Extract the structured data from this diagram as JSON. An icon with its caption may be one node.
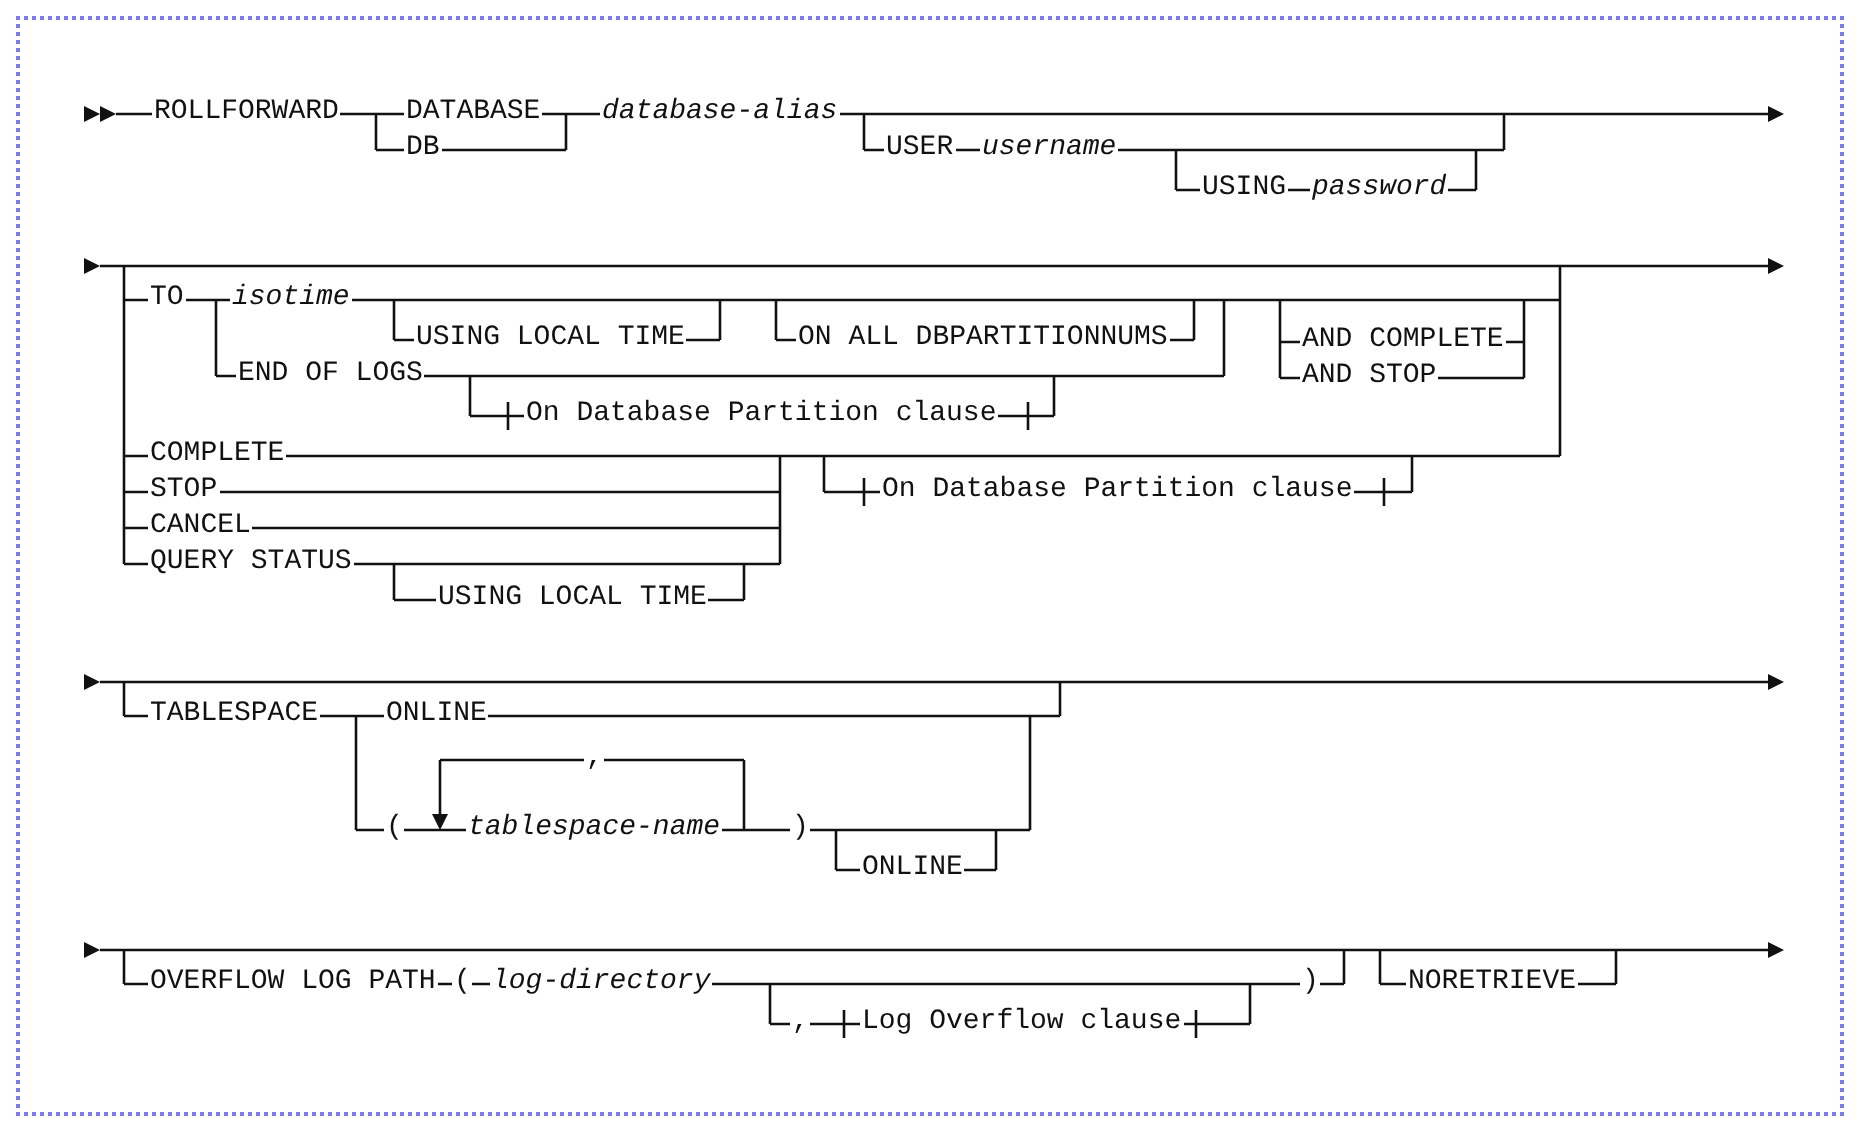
{
  "diagram": {
    "labels": [
      "ROLLFORWARD",
      "DATABASE",
      "DB",
      "database-alias",
      "USER",
      "username",
      "USING",
      "password",
      "TO",
      "isotime",
      "USING LOCAL TIME",
      "ON ALL DBPARTITIONNUMS",
      "AND COMPLETE",
      "END OF LOGS",
      "AND STOP",
      "On Database Partition clause",
      "COMPLETE",
      "STOP",
      "On Database Partition clause",
      "CANCEL",
      "QUERY STATUS",
      "USING LOCAL TIME",
      "TABLESPACE",
      "ONLINE",
      ",",
      "(",
      "tablespace-name",
      ")",
      "ONLINE",
      "OVERFLOW LOG PATH",
      "(",
      "log-directory",
      ")",
      "NORETRIEVE",
      ",",
      "Log Overflow clause"
    ]
  }
}
